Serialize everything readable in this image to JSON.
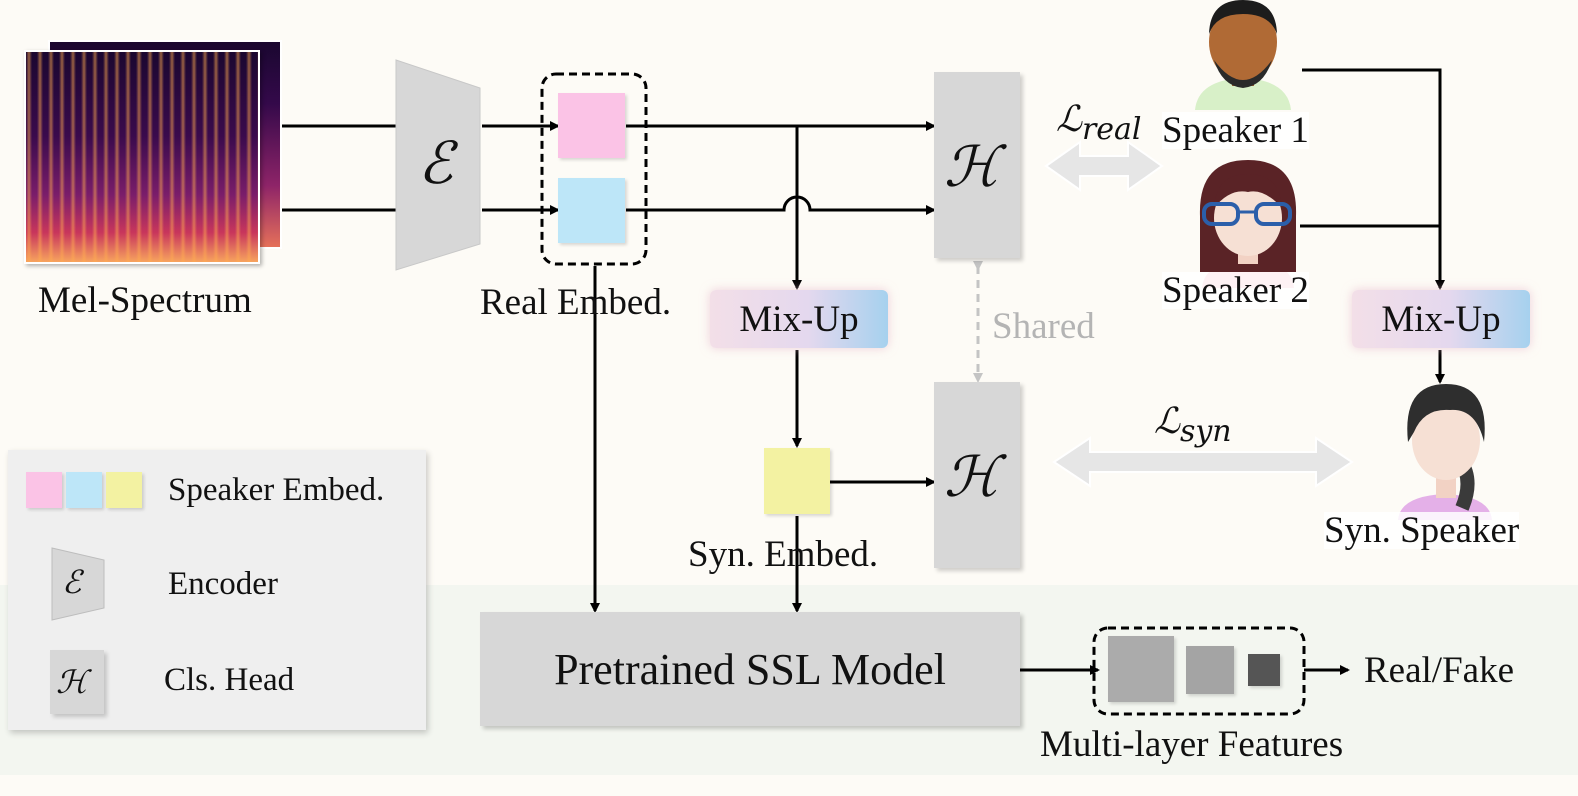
{
  "labels": {
    "mel_spectrum": "Mel-Spectrum",
    "encoder_symbol": "ℰ",
    "head_symbol": "ℋ",
    "real_embed": "Real Embed.",
    "syn_embed": "Syn. Embed.",
    "mixup": "Mix-Up",
    "shared": "Shared",
    "loss_real": "ℒreal",
    "loss_syn": "ℒsyn",
    "loss_real_base": "ℒ",
    "loss_real_sub": "real",
    "loss_syn_base": "ℒ",
    "loss_syn_sub": "syn",
    "speaker1": "Speaker 1",
    "speaker2": "Speaker 2",
    "syn_speaker": "Syn. Speaker",
    "ssl_model": "Pretrained SSL Model",
    "multi_layer": "Multi-layer Features",
    "real_fake": "Real/Fake"
  },
  "legend": {
    "speaker_embed": "Speaker Embed.",
    "encoder": "Encoder",
    "cls_head": "Cls. Head"
  },
  "colors": {
    "pink": "#fbc3e6",
    "blue": "#bde6f8",
    "yellow": "#f3f2a2",
    "gray": "#d7d7d7"
  }
}
